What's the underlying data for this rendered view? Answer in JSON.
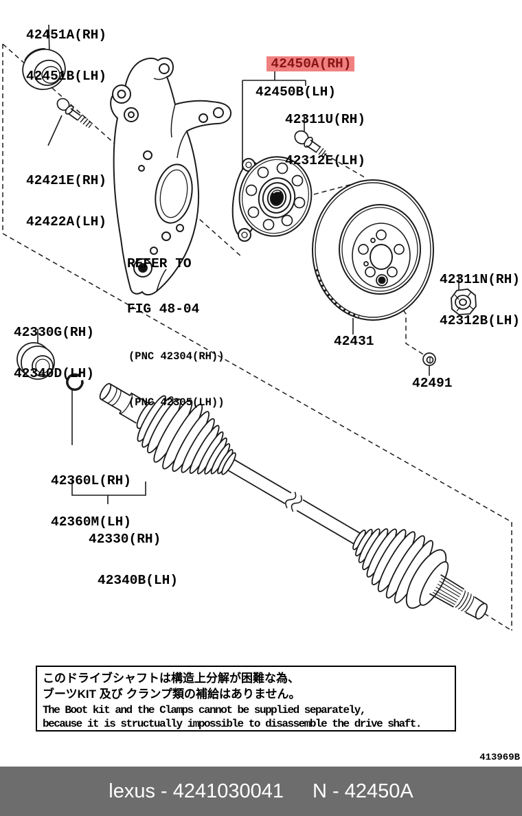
{
  "colors": {
    "highlight_bg": "#f08080",
    "highlight_text": "#8b1414",
    "footer_bg": "#6d6d6d",
    "footer_text": "#ffffff",
    "line": "#1a1a1a"
  },
  "diagram": {
    "labels": {
      "bearing_rh": "42451A(RH)",
      "bearing_lh": "42451B(LH)",
      "hub_rh": "42450A(RH)",
      "hub_lh": "42450B(LH)",
      "bolt_upper_rh": "42311U(RH)",
      "bolt_upper_lh": "42312E(LH)",
      "bolt_left_rh": "42421E(RH)",
      "bolt_left_lh": "42422A(LH)",
      "refer_line1": "REFER TO",
      "refer_line2": "FIG 48-04",
      "refer_pnc1": "(PNC 42304(RH))",
      "refer_pnc2": "(PNC 42305(LH))",
      "seal_rh": "42330G(RH)",
      "seal_lh": "42340D(LH)",
      "nut_rh": "42311N(RH)",
      "nut_lh": "42312B(LH)",
      "disc": "42431",
      "clip": "42491",
      "boot_rh": "42360L(RH)",
      "boot_lh": "42360M(LH)",
      "shaft_rh": "42330(RH)",
      "shaft_lh": "42340B(LH)"
    },
    "drawing_number": "413969B",
    "notes": {
      "jp_line1": "このドライブシャフトは構造上分解が困難な為、",
      "jp_line2": "ブーツKIT 及び クランプ類の補給はありません。",
      "en_line1": "The Boot kit and the Clamps cannot be supplied separately,",
      "en_line2": "because it is structually impossible to disassemble the drive shaft."
    }
  },
  "footer": {
    "left": "lexus - 4241030041",
    "right": "N - 42450A"
  }
}
